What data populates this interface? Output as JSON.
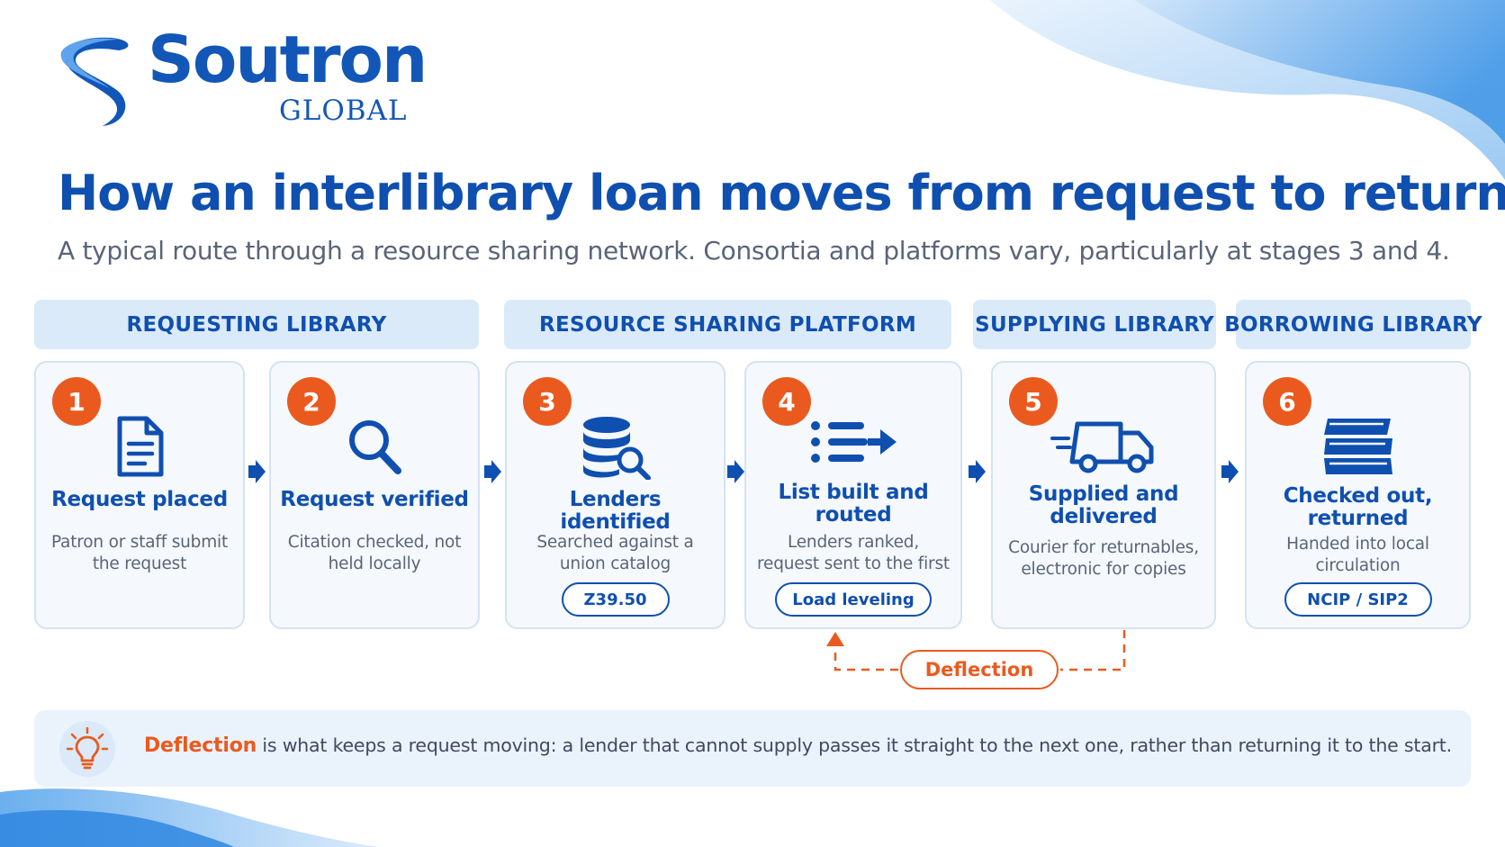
{
  "brand": {
    "name": "Soutron",
    "sub": "GLOBAL"
  },
  "title": "How an interlibrary loan moves from request to return",
  "subtitle": "A typical route through a resource sharing network. Consortia and platforms vary, particularly at stages 3 and 4.",
  "lanes": [
    {
      "label": "REQUESTING LIBRARY"
    },
    {
      "label": "RESOURCE SHARING PLATFORM"
    },
    {
      "label": "SUPPLYING LIBRARY"
    },
    {
      "label": "BORROWING LIBRARY"
    }
  ],
  "steps": [
    {
      "number": "1",
      "icon": "document-icon",
      "title": "Request placed",
      "desc": "Patron or staff submit the request",
      "tag": ""
    },
    {
      "number": "2",
      "icon": "magnifier-icon",
      "title": "Request verified",
      "desc": "Citation checked, not held locally",
      "tag": ""
    },
    {
      "number": "3",
      "icon": "database-search-icon",
      "title": "Lenders identified",
      "desc": "Searched against a union catalog",
      "tag": "Z39.50"
    },
    {
      "number": "4",
      "icon": "list-route-icon",
      "title": "List built and routed",
      "desc": "Lenders ranked, request sent to the first",
      "tag": "Load leveling"
    },
    {
      "number": "5",
      "icon": "delivery-truck-icon",
      "title": "Supplied and delivered",
      "desc": "Courier for returnables, electronic for copies",
      "tag": ""
    },
    {
      "number": "6",
      "icon": "books-icon",
      "title": "Checked out, returned",
      "desc": "Handed into local circulation",
      "tag": "NCIP / SIP2"
    }
  ],
  "deflection_label": "Deflection",
  "note": {
    "icon": "lightbulb-icon",
    "keyword": "Deflection",
    "text": " is what keeps a request moving: a lender that cannot supply passes it straight to the next one, rather than returning it to the start."
  },
  "colors": {
    "brand_blue": "#0f4fb0",
    "accent_orange": "#ea5a1f",
    "lane_bg": "#dbeaf9",
    "card_bg": "#f5f9fd"
  }
}
